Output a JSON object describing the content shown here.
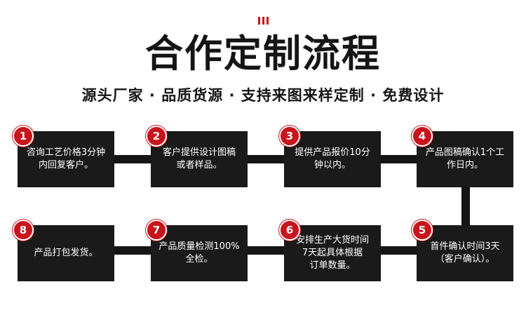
{
  "header": {
    "title": "合作定制流程",
    "subtitle": "源头厂家 · 品质货源 · 支持来图来样定制 · 免费设计"
  },
  "accent_color": "#c8141c",
  "box_color": "#1a1a1a",
  "steps": [
    {
      "number": "1",
      "text": "咨询工艺价格3分钟\n内回复客户。"
    },
    {
      "number": "2",
      "text": "客户提供设计图稿\n或者样品。"
    },
    {
      "number": "3",
      "text": "提供产品报价10分\n钟以内。"
    },
    {
      "number": "4",
      "text": "产品图稿确认1个工\n作日内。"
    },
    {
      "number": "5",
      "text": "首件确认时间3天\n（客户确认）。"
    },
    {
      "number": "6",
      "text": "安排生产大货时间\n7天起具体根据\n订单数量。"
    },
    {
      "number": "7",
      "text": "产品质量检测100%\n全检。"
    },
    {
      "number": "8",
      "text": "产品打包发货。"
    }
  ]
}
